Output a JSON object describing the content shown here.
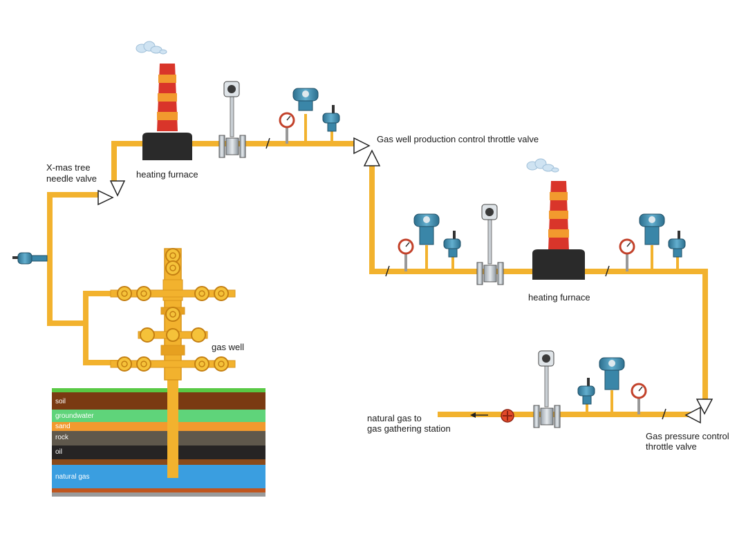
{
  "labels": {
    "xmas_valve_line1": "X-mas tree",
    "xmas_valve_line2": "needle valve",
    "heating_furnace_1": "heating furnace",
    "heating_furnace_2": "heating furnace",
    "production_valve": "Gas well production control throttle valve",
    "pressure_valve_line1": "Gas pressure control",
    "pressure_valve_line2": "throttle valve",
    "gas_well": "gas well",
    "destination_line1": "natural gas to",
    "destination_line2": "gas gathering station"
  },
  "strata": [
    {
      "name": "soil",
      "color": "#7a3a12"
    },
    {
      "name": "groundwater",
      "color": "#5fd47a"
    },
    {
      "name": "sand",
      "color": "#f29a2e"
    },
    {
      "name": "rock",
      "color": "#5f584c"
    },
    {
      "name": "oil",
      "color": "#262424"
    },
    {
      "name": "natural gas",
      "color": "#3a9ee0"
    }
  ],
  "colors": {
    "pipe": "#f2b22e",
    "pipe_edge": "#d9951c",
    "chimney_red": "#d9352a",
    "chimney_orange": "#f29a2e",
    "furnace": "#2a2a2a",
    "transmitter": "#3a86a8",
    "valve_red": "#e24a2a"
  }
}
